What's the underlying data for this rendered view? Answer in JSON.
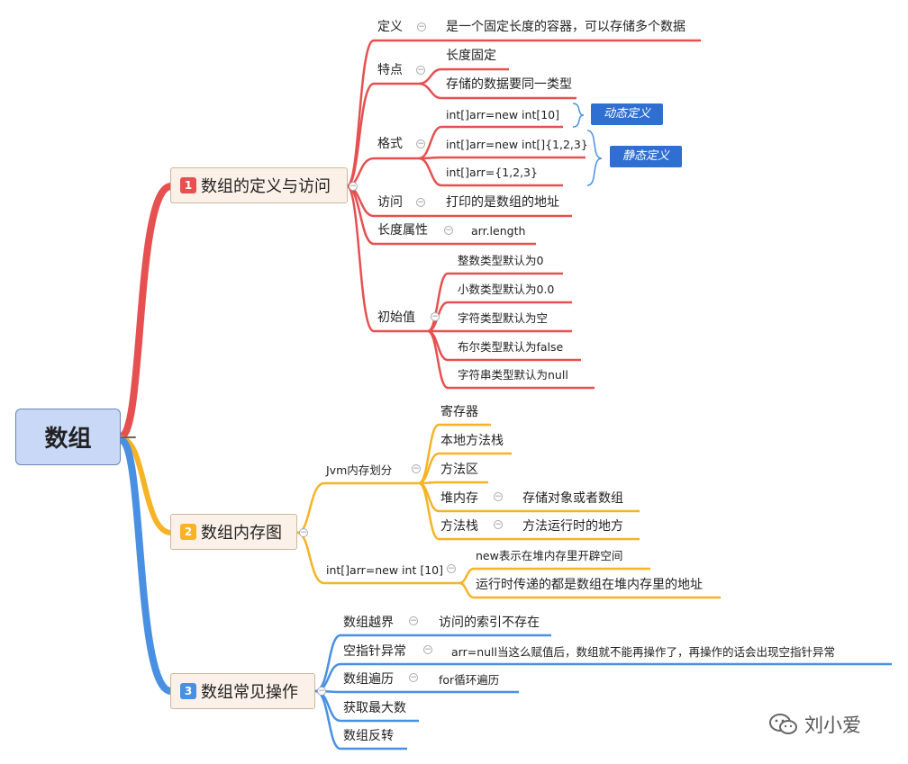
{
  "root": {
    "label": "数组"
  },
  "branches": [
    {
      "num": "1",
      "label": "数组的定义与访问",
      "color": "#e65050"
    },
    {
      "num": "2",
      "label": "数组内存图",
      "color": "#f5b325"
    },
    {
      "num": "3",
      "label": "数组常见操作",
      "color": "#4a90e2"
    }
  ],
  "b1": {
    "def_label": "定义",
    "def_text": "是一个固定长度的容器，可以存储多个数据",
    "feat_label": "特点",
    "feat": [
      "长度固定",
      "存储的数据要同一类型"
    ],
    "fmt_label": "格式",
    "fmt": [
      "int[]arr=new int[10]",
      "int[]arr=new int[]{1,2,3}",
      "int[]arr={1,2,3}"
    ],
    "tag_dynamic": "动态定义",
    "tag_static": "静态定义",
    "access_label": "访问",
    "access_text": "打印的是数组的地址",
    "len_label": "长度属性",
    "len_text": "arr.length",
    "init_label": "初始值",
    "init": [
      "整数类型默认为0",
      "小数类型默认为0.0",
      "字符类型默认为空",
      "布尔类型默认为false",
      "字符串类型默认为null"
    ]
  },
  "b2": {
    "jvm_label": "Jvm内存划分",
    "jvm": [
      "寄存器",
      "本地方法栈",
      "方法区",
      "堆内存",
      "方法栈"
    ],
    "heap_text": "存储对象或者数组",
    "stack_text": "方法运行时的地方",
    "arr_label": "int[]arr=new int [10]",
    "arr": [
      "new表示在堆内存里开辟空间",
      "运行时传递的都是数组在堆内存里的地址"
    ]
  },
  "b3": {
    "ops": [
      "数组越界",
      "空指针异常",
      "数组遍历",
      "获取最大数",
      "数组反转"
    ],
    "op_notes": [
      "访问的索引不存在",
      "arr=null当这么赋值后，数组就不能再操作了，再操作的话会出现空指针异常",
      "for循环遍历"
    ]
  },
  "watermark": "刘小爱"
}
